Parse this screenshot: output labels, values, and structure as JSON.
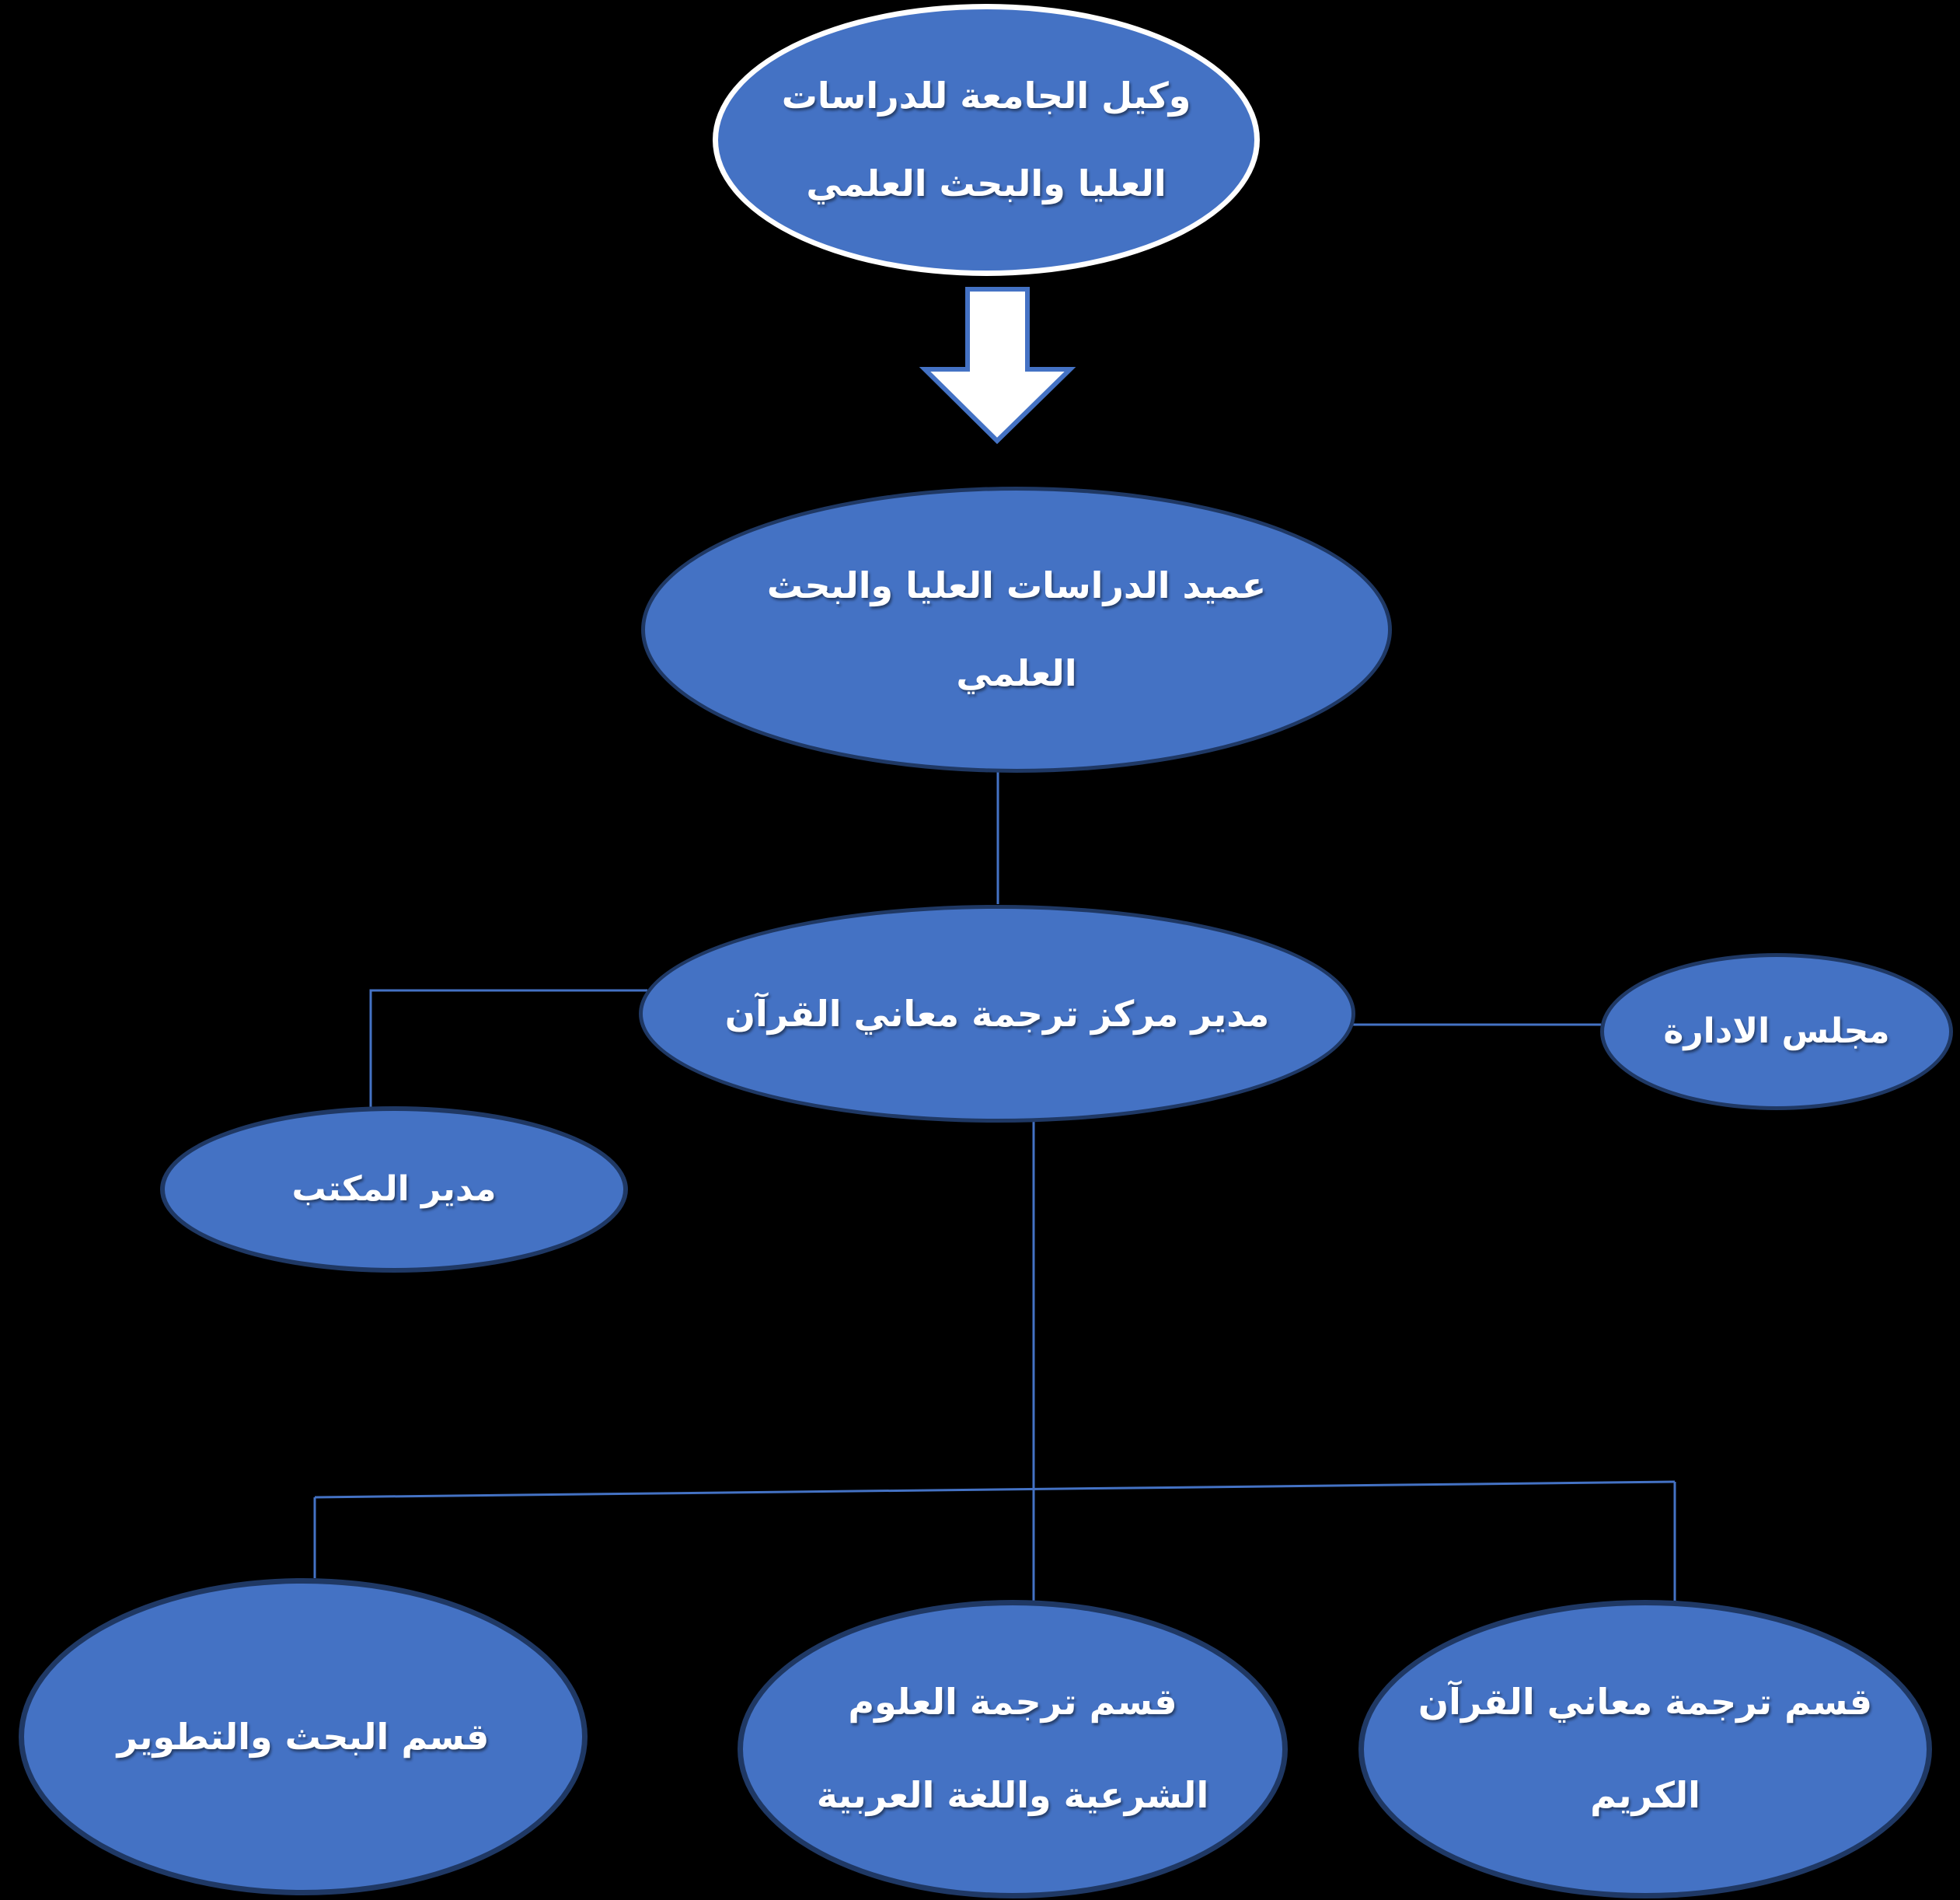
{
  "diagram": {
    "type": "org-chart",
    "background": "#000000",
    "colors": {
      "node_fill": "#4472C4",
      "node_outline": "#1F3864",
      "top_node_outline": "#FFFFFF",
      "connector": "#4472C4",
      "arrow_fill": "#FFFFFF",
      "arrow_outline": "#4472C4",
      "text": "#FFFFFF"
    },
    "nodes": [
      {
        "id": "vice-rector",
        "lines": [
          "وكيل الجامعة للدراسات",
          "العليا والبحث العلمي"
        ]
      },
      {
        "id": "dean",
        "lines": [
          "عميد الدراسات العليا والبحث",
          "العلمي"
        ]
      },
      {
        "id": "center-director",
        "lines": [
          "مدير مركز ترجمة معاني القرآن"
        ]
      },
      {
        "id": "board",
        "lines": [
          "مجلس الادارة"
        ]
      },
      {
        "id": "office-manager",
        "lines": [
          "مدير المكتب"
        ]
      },
      {
        "id": "research-dev-dept",
        "lines": [
          "قسم البحث والتطوير"
        ]
      },
      {
        "id": "sharia-arabic-dept",
        "lines": [
          "قسم ترجمة العلوم",
          "الشرعية واللغة العربية"
        ]
      },
      {
        "id": "quran-meanings-dept",
        "lines": [
          "قسم ترجمة معاني القرآن",
          "الكريم"
        ]
      }
    ]
  }
}
